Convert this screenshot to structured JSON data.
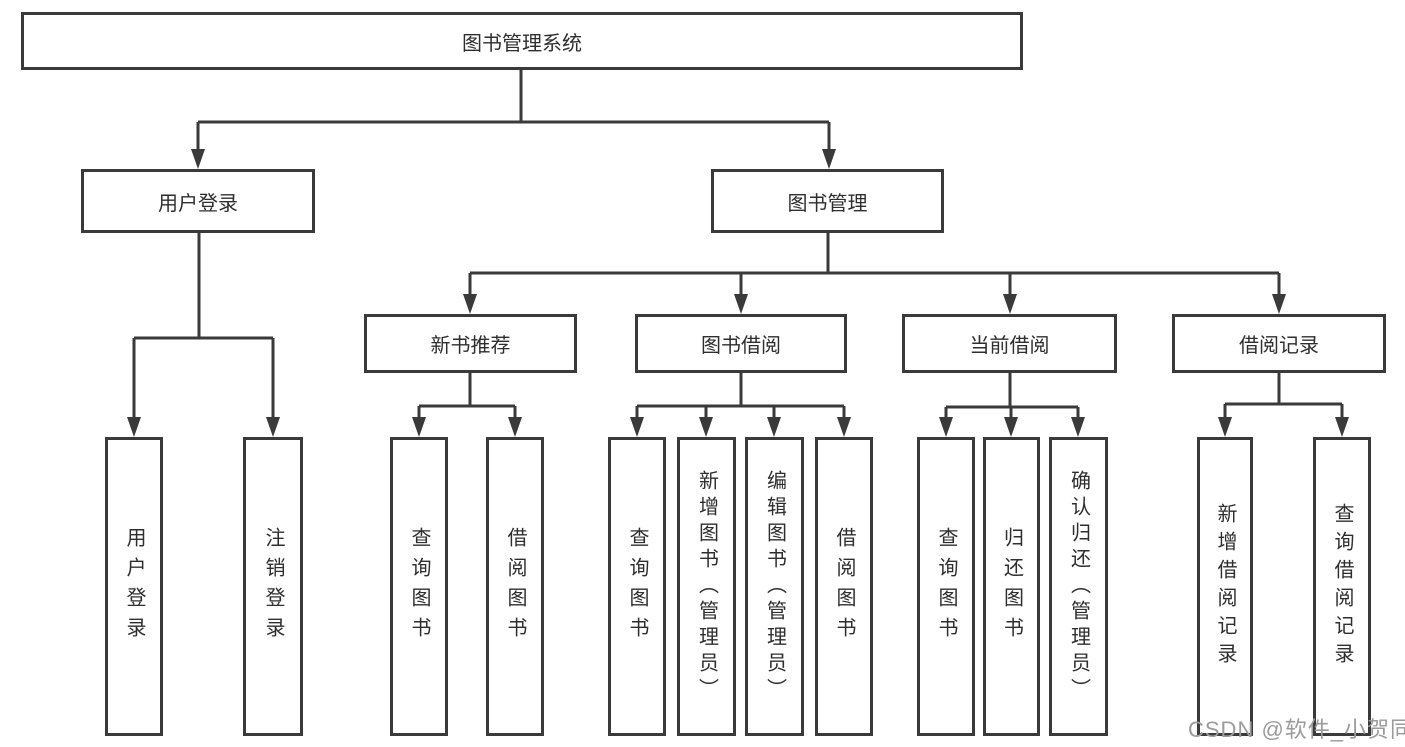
{
  "tree": {
    "root": "图书管理系统",
    "branches": [
      {
        "label": "用户登录",
        "children": [
          "用户登录",
          "注销登录"
        ]
      },
      {
        "label": "图书管理",
        "groups": [
          {
            "label": "新书推荐",
            "children": [
              "查询图书",
              "借阅图书"
            ]
          },
          {
            "label": "图书借阅",
            "children": [
              "查询图书",
              "新增图书（管理员）",
              "编辑图书（管理员）",
              "借阅图书"
            ]
          },
          {
            "label": "当前借阅",
            "children": [
              "查询图书",
              "归还图书",
              "确认归还（管理员）"
            ]
          },
          {
            "label": "借阅记录",
            "children": [
              "新增借阅记录",
              "查询借阅记录"
            ]
          }
        ]
      }
    ]
  },
  "watermark": "CSDN @软件_小贺同学",
  "colors": {
    "line": "#3a3a3a",
    "text": "#2e2e2e",
    "watermark": "#9b9b9b"
  }
}
